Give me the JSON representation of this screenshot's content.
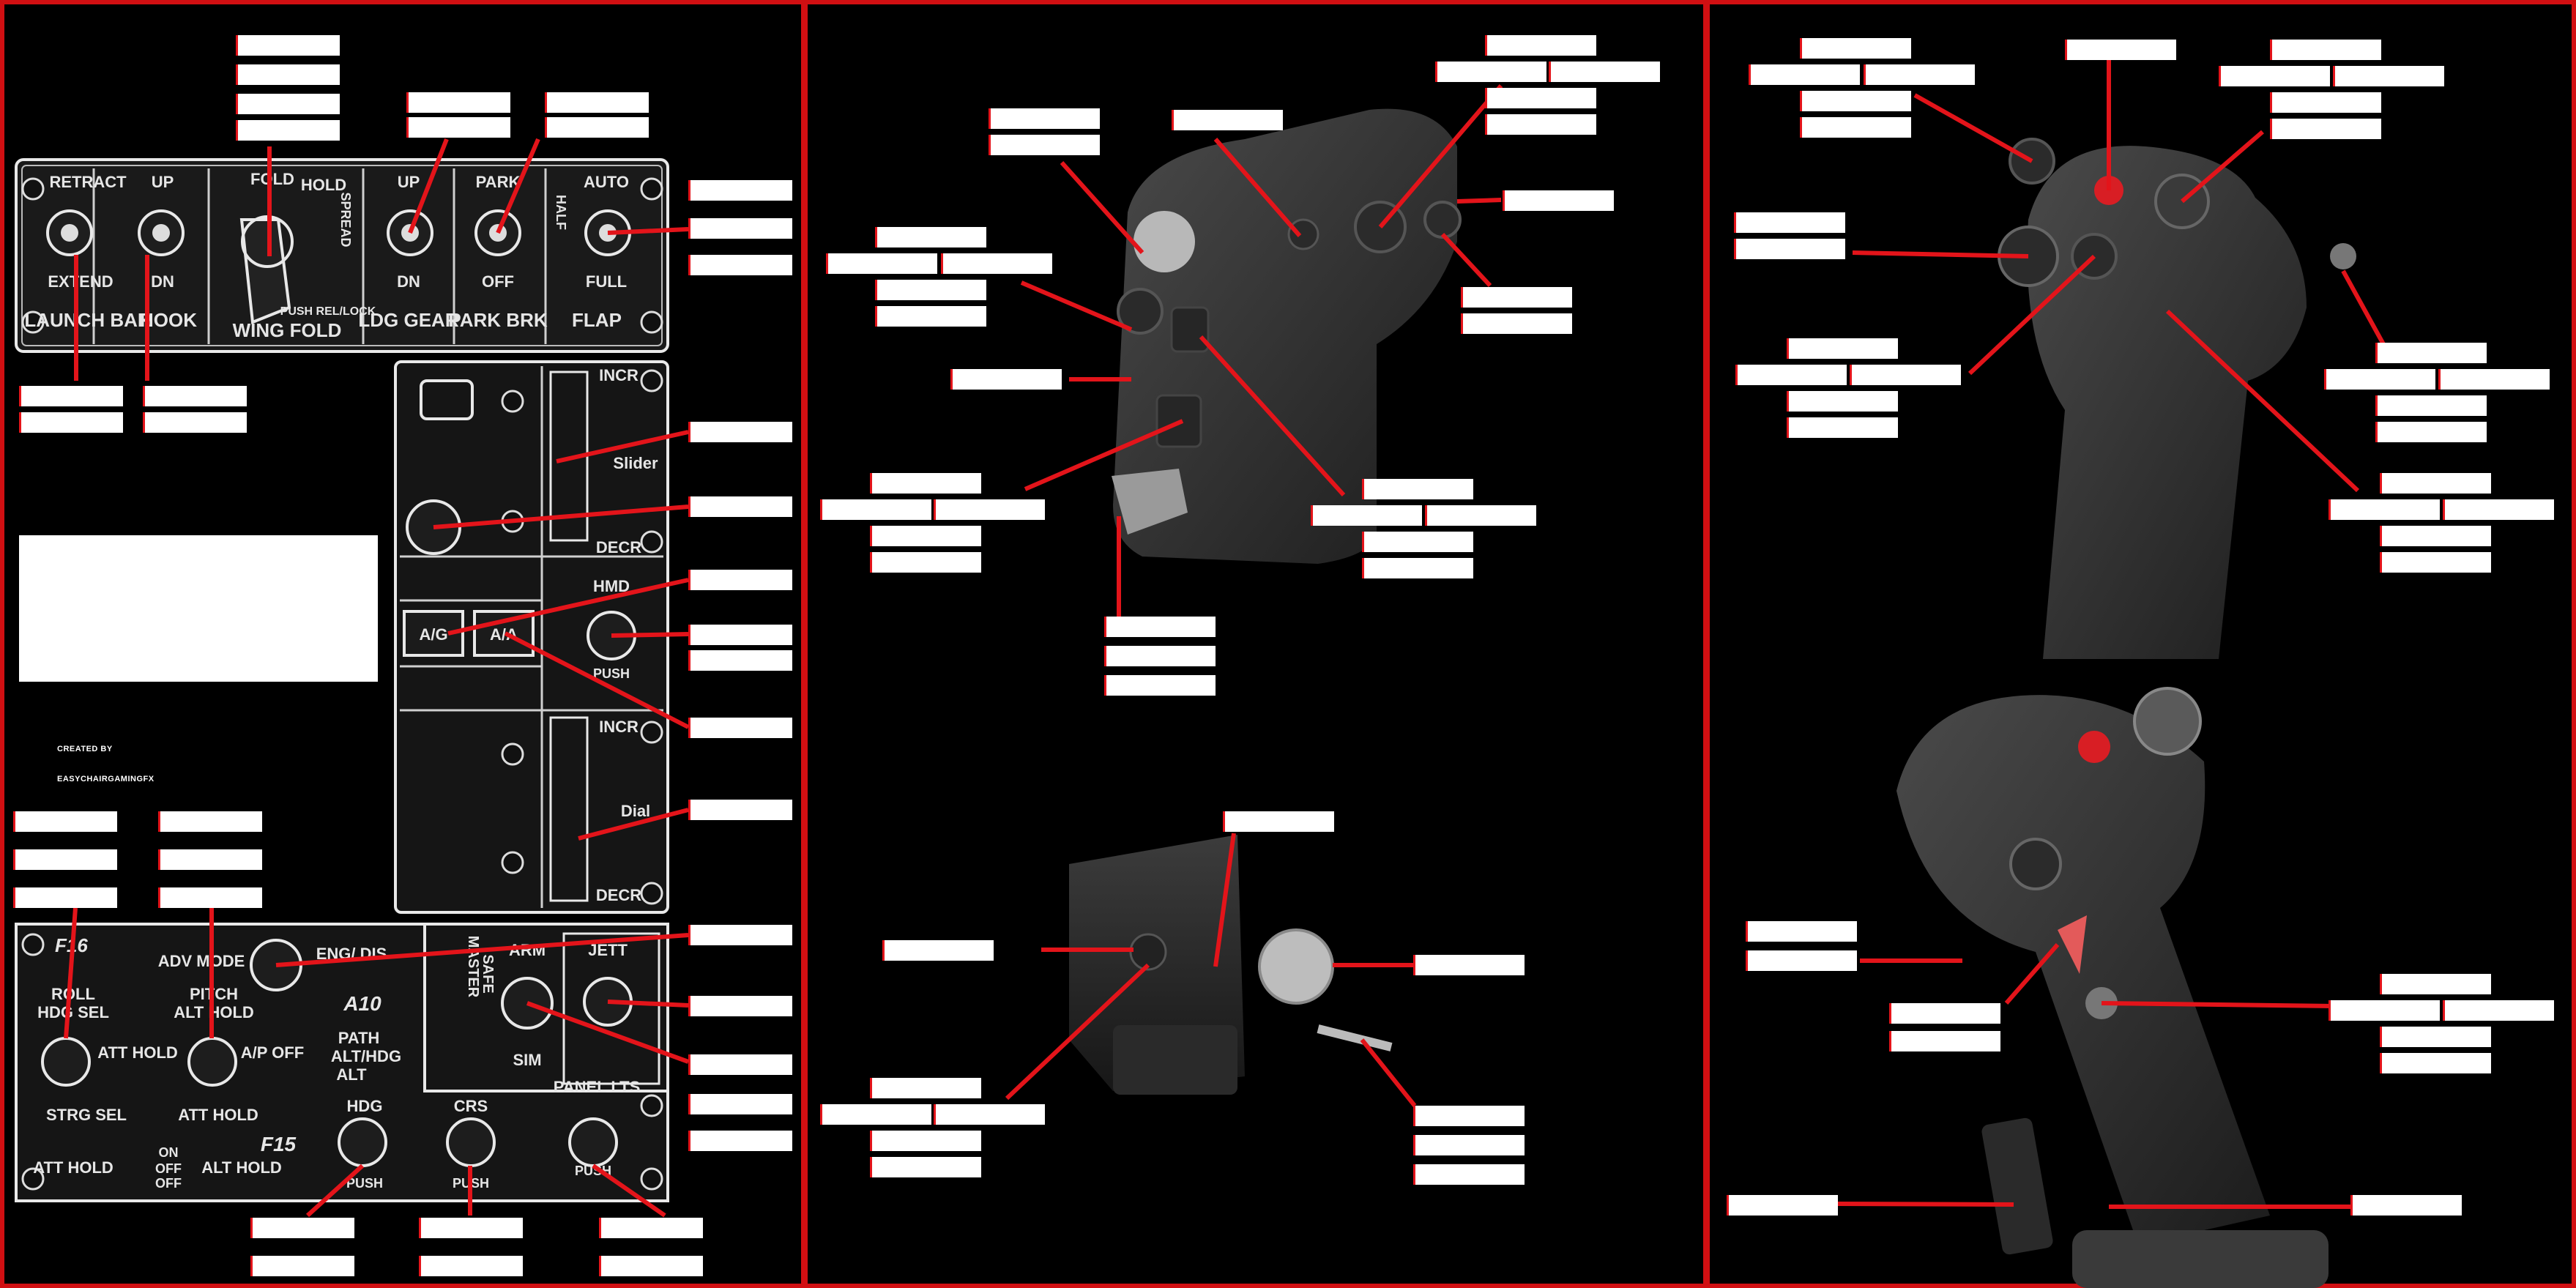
{
  "left_panel": {
    "top_panel": {
      "labels": [
        {
          "id": "retract",
          "text": "RETRACT"
        },
        {
          "id": "extend",
          "text": "EXTEND"
        },
        {
          "id": "launch_bar",
          "text": "LAUNCH BAR"
        },
        {
          "id": "up1",
          "text": "UP"
        },
        {
          "id": "dn1",
          "text": "DN"
        },
        {
          "id": "hook",
          "text": "HOOK"
        },
        {
          "id": "fold",
          "text": "FOLD"
        },
        {
          "id": "hold",
          "text": "HOLD"
        },
        {
          "id": "spread",
          "text": "SPREAD"
        },
        {
          "id": "push_rel",
          "text": "PUSH REL/LOCK"
        },
        {
          "id": "wing_fold",
          "text": "WING FOLD"
        },
        {
          "id": "up2",
          "text": "UP"
        },
        {
          "id": "dn2",
          "text": "DN"
        },
        {
          "id": "ldg_gear",
          "text": "LDG GEAR"
        },
        {
          "id": "park",
          "text": "PARK"
        },
        {
          "id": "off1",
          "text": "OFF"
        },
        {
          "id": "park_brk",
          "text": "PARK BRK"
        },
        {
          "id": "auto",
          "text": "AUTO"
        },
        {
          "id": "half",
          "text": "HALF"
        },
        {
          "id": "full",
          "text": "FULL"
        },
        {
          "id": "flap",
          "text": "FLAP"
        }
      ]
    },
    "middle_panel": {
      "incr1": "INCR",
      "slider": "Slider",
      "decr1": "DECR",
      "hmd": "HMD",
      "push_hmd": "PUSH",
      "ag": "A/G",
      "aa": "A/A",
      "incr2": "INCR",
      "dial": "Dial",
      "decr2": "DECR"
    },
    "bottom_panel": {
      "f16": "F16",
      "adv_mode": "ADV MODE",
      "eng_dis": "ENG/ DIS",
      "roll": "ROLL",
      "hdg_sel": "HDG SEL",
      "pitch": "PITCH",
      "alt_hold": "ALT HOLD",
      "att_hold1": "ATT HOLD",
      "a_p_off": "A/P OFF",
      "a10": "A10",
      "path": "PATH",
      "alt_hdg": "ALT/HDG",
      "alt": "ALT",
      "strg_sel": "STRG SEL",
      "att_hold2": "ATT HOLD",
      "f15": "F15",
      "att_hold3": "ATT HOLD",
      "on": "ON",
      "off": "OFF",
      "off2": "OFF",
      "alt_hold2": "ALT HOLD",
      "hdg": "HDG",
      "crs": "CRS",
      "push1": "PUSH",
      "push2": "PUSH",
      "arm": "ARM",
      "master": "MASTER",
      "safe": "SAFE",
      "sim": "SIM",
      "jett": "JETT",
      "panel_lts": "PANEL LTS",
      "push3": "PUSH"
    },
    "credits": {
      "line1": "CREATED BY",
      "line2": "EASYCHAIRGAMINGFX"
    }
  },
  "colors": {
    "accent": "#e3141a",
    "background": "#000000",
    "label": "#ffffff"
  }
}
